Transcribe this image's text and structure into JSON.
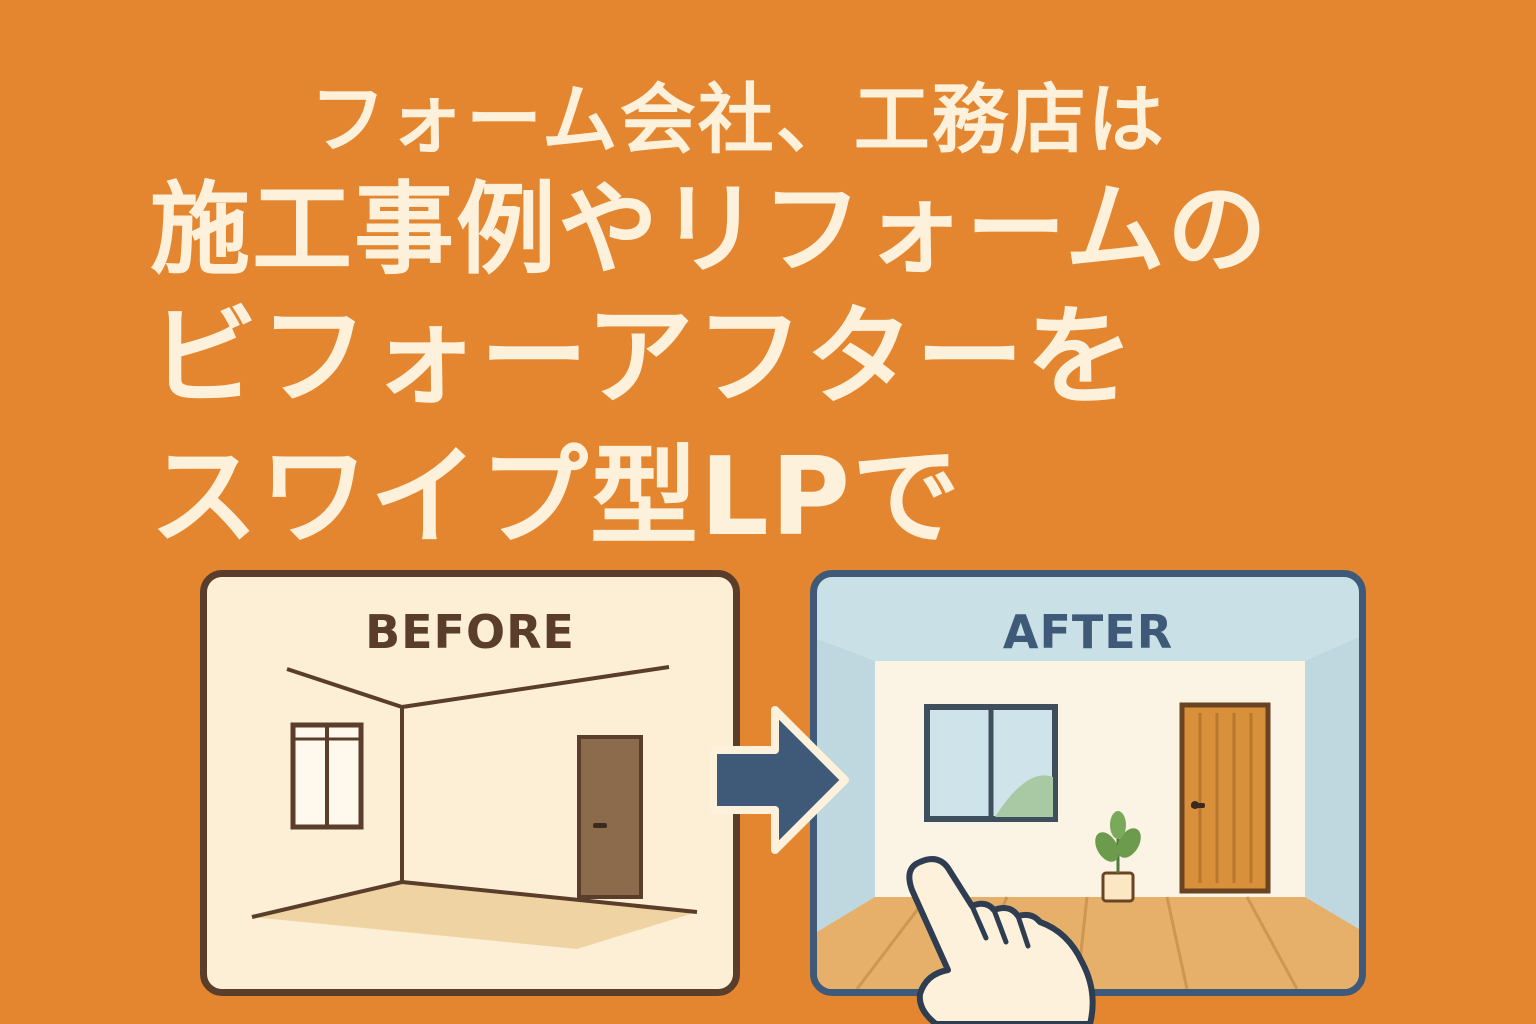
{
  "headline": {
    "line1": "フォーム会社、工務店は",
    "line2": "施工事例やリフォームの",
    "line3": "ビフォーアフターを",
    "line4": "スワイプ型LPで"
  },
  "before_panel": {
    "label": "BEFORE"
  },
  "after_panel": {
    "label": "AFTER"
  },
  "icons": {
    "arrow": "right-arrow-icon",
    "hand": "pointing-hand-icon",
    "plant": "potted-plant-icon"
  },
  "colors": {
    "background": "#e4862f",
    "headline_text": "#fdf1dc",
    "before_border": "#5a3d2b",
    "after_border": "#3f5a78",
    "arrow": "#3f5a78"
  }
}
